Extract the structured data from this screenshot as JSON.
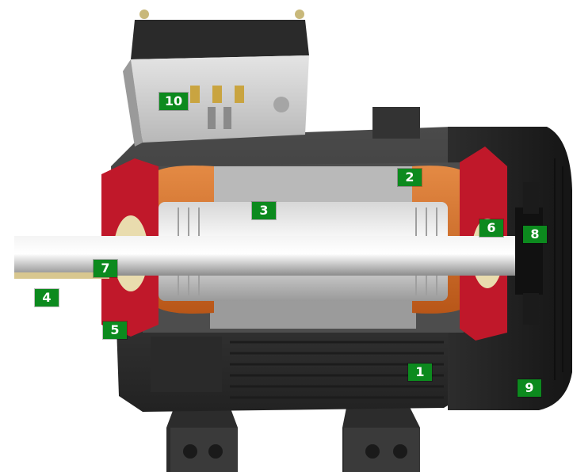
{
  "diagram": {
    "subject": "motor-cutaway",
    "colors": {
      "callout_bg": "#0c8a1e",
      "callout_text": "#ffffff",
      "housing": "#3a3a3a",
      "stator_winding": "#d06a2a",
      "rotor": "#e8e8e8",
      "end_shield": "#c0182a",
      "bearing": "#e9dcae"
    },
    "callouts": [
      {
        "label": "1"
      },
      {
        "label": "2"
      },
      {
        "label": "3"
      },
      {
        "label": "4"
      },
      {
        "label": "5"
      },
      {
        "label": "6"
      },
      {
        "label": "7"
      },
      {
        "label": "8"
      },
      {
        "label": "9"
      },
      {
        "label": "10"
      }
    ]
  }
}
